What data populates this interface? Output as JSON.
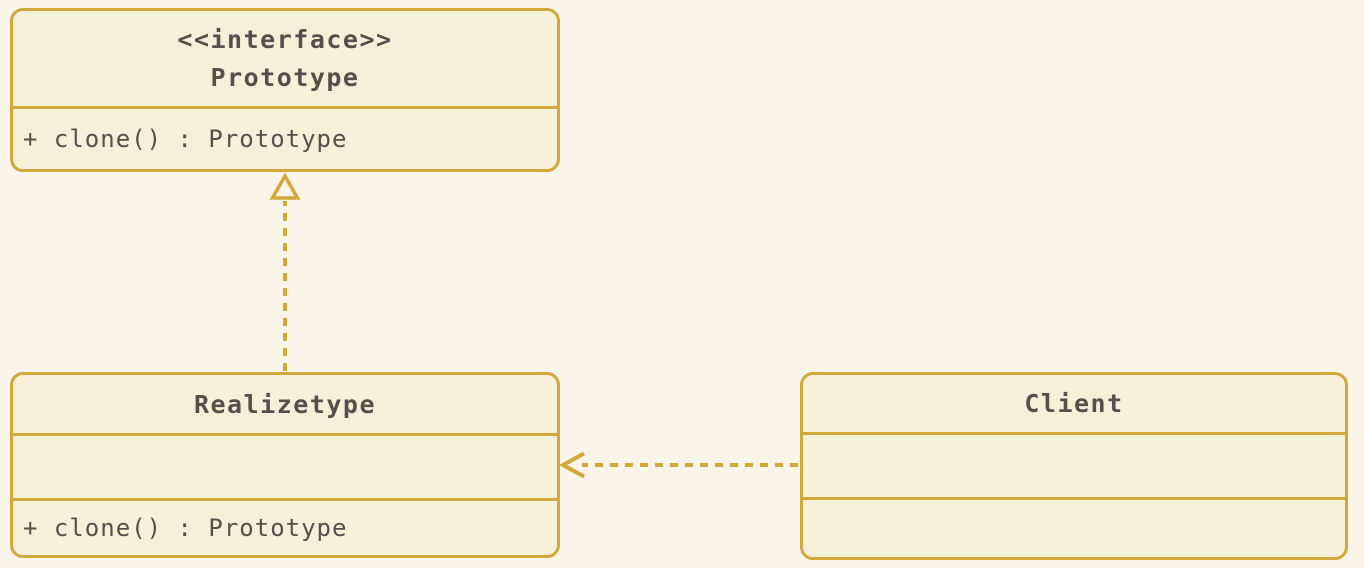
{
  "diagram": {
    "kind": "uml-class-diagram",
    "pattern": "Prototype",
    "colors": {
      "background": "#faf4e9",
      "box_fill": "#f7f0d8",
      "border": "#d1a839",
      "text": "#55514a"
    },
    "classes": [
      {
        "id": "prototype",
        "stereotype": "<<interface>>",
        "name": "Prototype",
        "attributes": [],
        "methods": [
          "+ clone() : Prototype"
        ]
      },
      {
        "id": "realizetype",
        "stereotype": "",
        "name": "Realizetype",
        "attributes": [],
        "methods": [
          "+ clone() : Prototype"
        ]
      },
      {
        "id": "client",
        "stereotype": "",
        "name": "Client",
        "attributes": [],
        "methods": []
      }
    ],
    "relations": [
      {
        "type": "realization",
        "from": "Realizetype",
        "to": "Prototype",
        "line_style": "dashed",
        "arrowhead": "hollow-triangle"
      },
      {
        "type": "dependency",
        "from": "Client",
        "to": "Realizetype",
        "line_style": "dashed",
        "arrowhead": "open"
      }
    ]
  }
}
